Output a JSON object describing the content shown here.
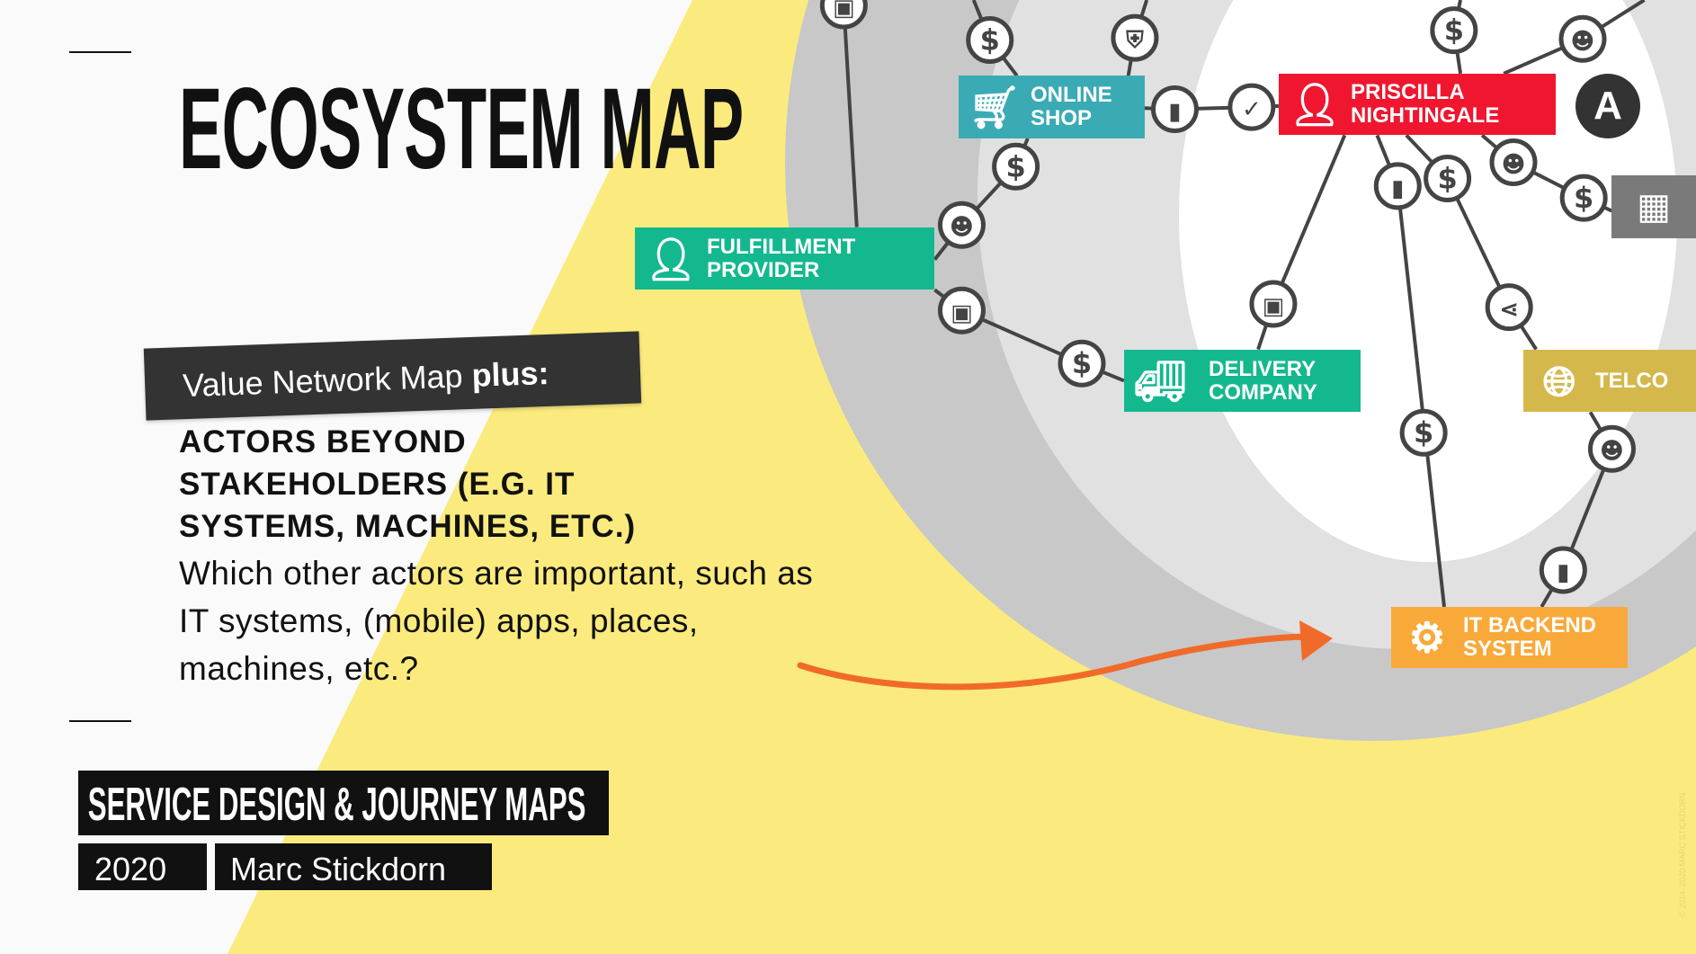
{
  "title": "ECOSYSTEM MAP",
  "subtitle_label": {
    "text": "Value Network Map ",
    "bold": "plus:"
  },
  "heading": "ACTORS BEYOND STAKEHOLDERS (E.G. IT SYSTEMS, MACHINES, ETC.)",
  "body": "Which other actors are important, such as IT systems, (mobile) apps, places, machines, etc.?",
  "footer": {
    "series": "SERVICE DESIGN & JOURNEY MAPS",
    "year": "2020",
    "author": "Marc Stickdorn"
  },
  "watermark": "© 2014–2020 MARC STICKDORN",
  "actors": {
    "online_shop": "ONLINE SHOP",
    "priscilla": "PRISCILLA NIGHTINGALE",
    "avatar_letter": "A",
    "fulfillment": "FULFILLMENT PROVIDER",
    "delivery": "DELIVERY COMPANY",
    "telco": "TELCO",
    "it_backend": "IT BACKEND SYSTEM"
  },
  "colors": {
    "yellow": "#fbeb7e",
    "online_shop": "#3aabb4",
    "priscilla": "#f0162f",
    "fulfillment": "#14b88f",
    "delivery": "#14b88f",
    "telco": "#d4b84c",
    "it_backend": "#f8a93a",
    "arrow": "#f06b2a"
  },
  "nodes": [
    "dollar",
    "dollar",
    "shield",
    "document",
    "clipboard",
    "dollar",
    "person",
    "box",
    "dollar",
    "box",
    "document",
    "dollar",
    "person",
    "dollar",
    "share",
    "dollar",
    "person",
    "person",
    "document",
    "box"
  ]
}
